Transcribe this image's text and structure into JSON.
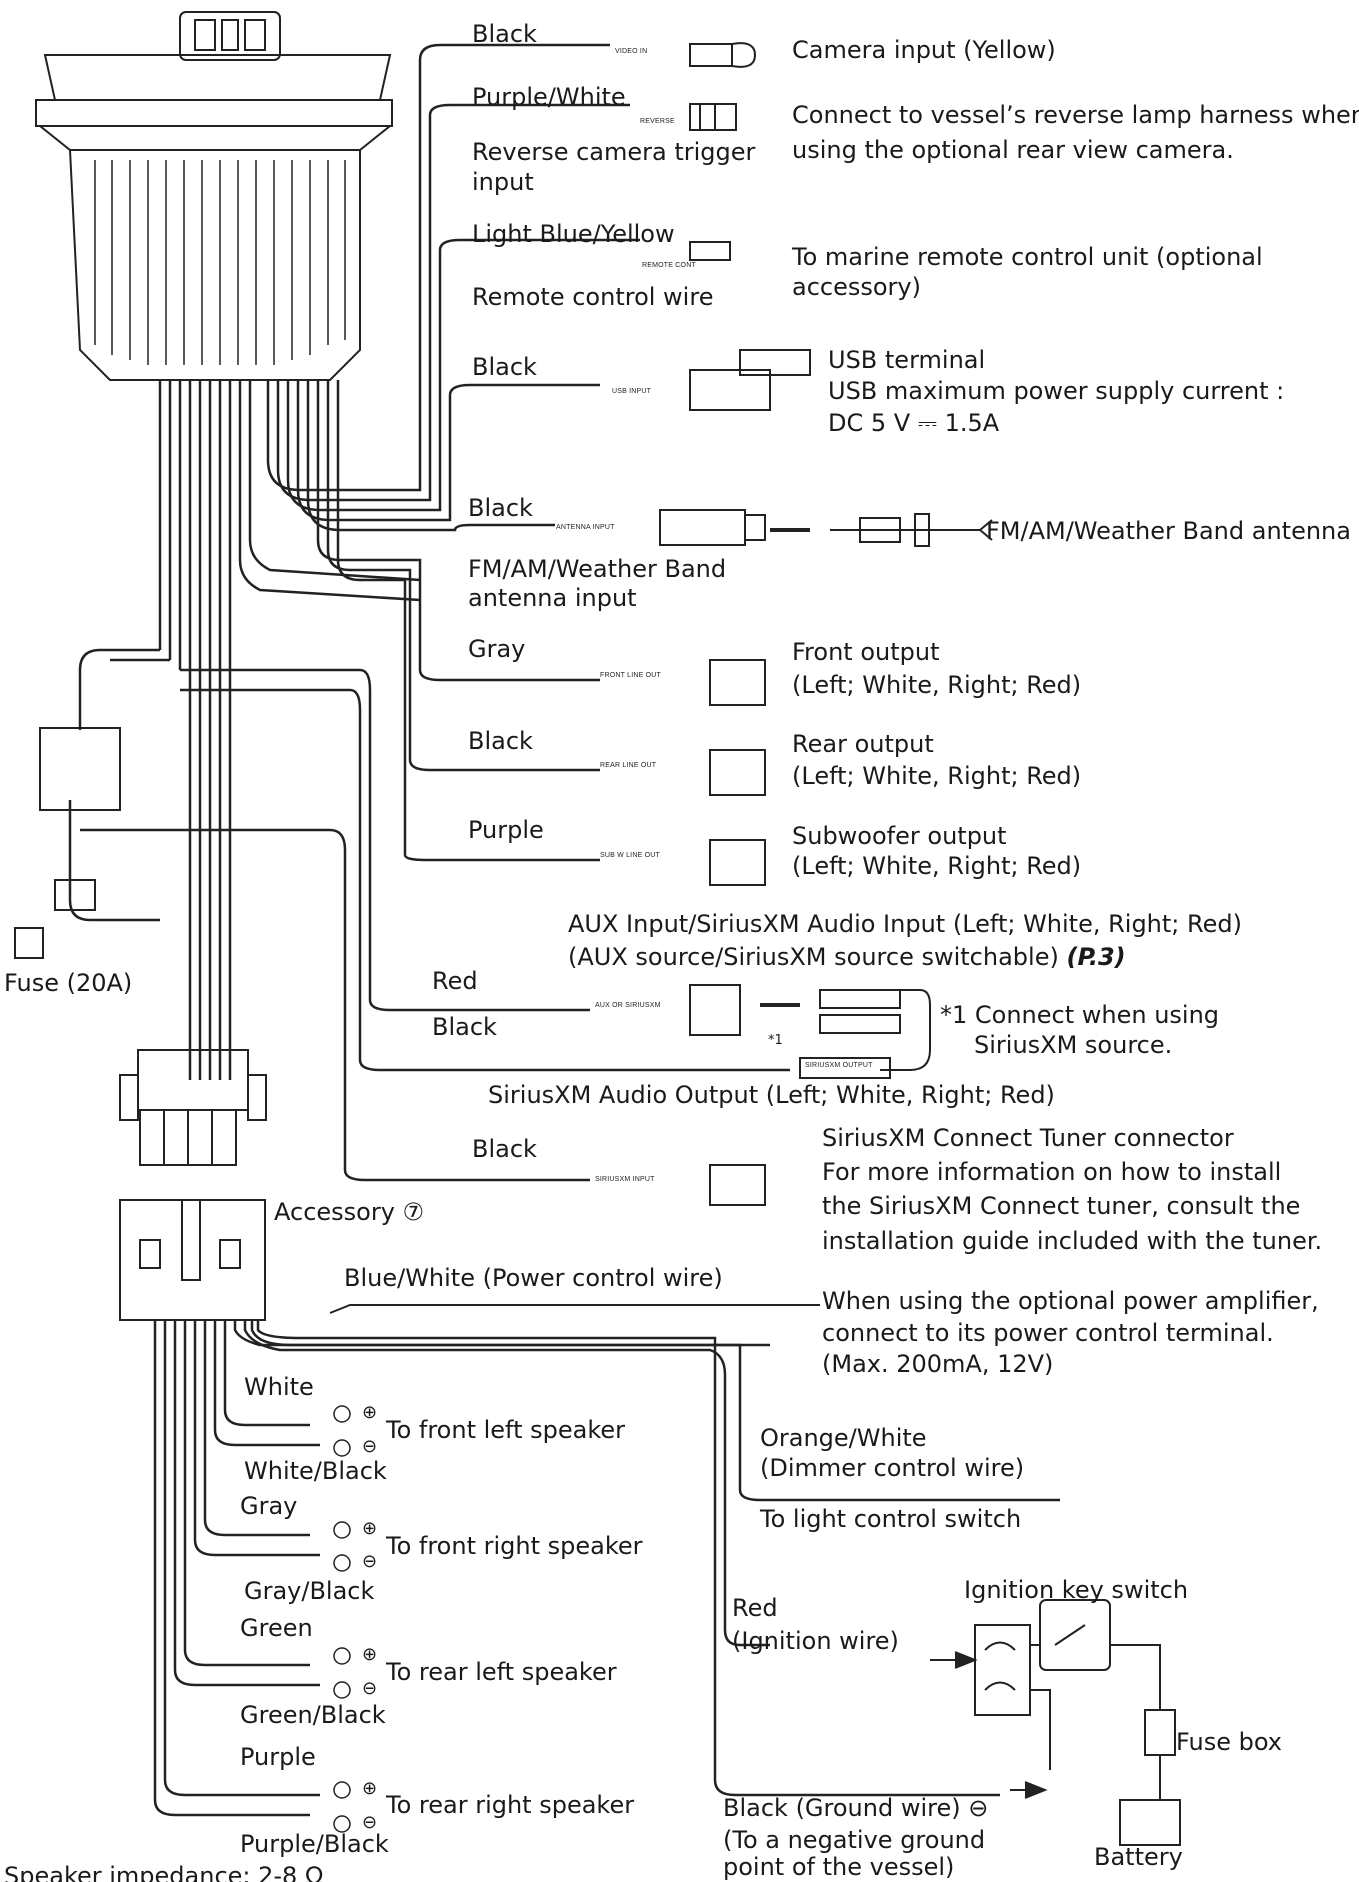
{
  "labels": {
    "black": "Black",
    "purple_white": "Purple/White",
    "light_blue_yellow": "Light Blue/Yellow",
    "gray": "Gray",
    "purple": "Purple",
    "red": "Red",
    "white": "White",
    "white_black": "White/Black",
    "gray_black": "Gray/Black",
    "green": "Green",
    "green_black": "Green/Black",
    "purple_black": "Purple/Black",
    "blue_white": "Blue/White (Power control wire)",
    "orange_white": "Orange/White",
    "dimmer": "(Dimmer control wire)",
    "light_switch": "To light control switch",
    "red_ignition": "Red",
    "ignition_wire": "(Ignition wire)",
    "ignition_key_switch": "Ignition key switch",
    "fuse_box": "Fuse box",
    "battery": "Battery",
    "ground1": "Black (Ground wire)",
    "ground2": "(To a negative ground",
    "ground3": "point of the vessel)",
    "fuse20": "Fuse (20A)",
    "accessory": "Accessory ⑦",
    "speaker_impedance": "Speaker impedance: 2-8 Ω",
    "reverse_trigger_1": "Reverse camera trigger",
    "reverse_trigger_2": "input",
    "remote_wire": "Remote control wire",
    "antenna_input_1": "FM/AM/Weather Band",
    "antenna_input_2": "antenna input",
    "note_star": "*1"
  },
  "descriptions": {
    "camera": "Camera input (Yellow)",
    "reverse_1": "Connect to vessel’s reverse lamp harness when",
    "reverse_2": "using the optional rear view camera.",
    "remote_1": "To marine remote control unit (optional",
    "remote_2": "accessory)",
    "usb_1": "USB terminal",
    "usb_2": "USB maximum power supply current :",
    "usb_3": "DC 5 V ⎓ 1.5A",
    "antenna": "FM/AM/Weather Band antenna",
    "front_1": "Front output",
    "front_2": "(Left; White, Right; Red)",
    "rear_1": "Rear output",
    "rear_2": "(Left; White, Right; Red)",
    "sub_1": "Subwoofer output",
    "sub_2": "(Left; White, Right; Red)",
    "aux_1": "AUX Input/SiriusXM Audio Input (Left; White, Right; Red)",
    "aux_2": "(AUX source/SiriusXM source switchable)",
    "aux_ref": "(P.3)",
    "sxm_note_1": "*1  Connect when using",
    "sxm_note_2": "SiriusXM source.",
    "sxm_audio_out": "SiriusXM Audio Output (Left; White, Right; Red)",
    "tuner_1": "SiriusXM Connect Tuner connector",
    "tuner_2": "For more information on how to install",
    "tuner_3": "the SiriusXM Connect tuner, consult the",
    "tuner_4": "installation guide included with the tuner.",
    "amp_1": "When using the optional power amplifier,",
    "amp_2": "connect to its power control terminal.",
    "amp_3": "(Max. 200mA, 12V)",
    "front_left": "To front left speaker",
    "front_right": "To front right speaker",
    "rear_left": "To rear left speaker",
    "rear_right": "To rear right speaker"
  },
  "tags": {
    "video_in": "VIDEO IN",
    "reverse": "REVERSE",
    "remote_cont": "REMOTE CONT",
    "usb_input": "USB INPUT",
    "antenna_input": "ANTENNA INPUT",
    "front_line_out": "FRONT LINE OUT",
    "rear_line_out": "REAR LINE OUT",
    "sub_w_line_out": "SUB W LINE OUT",
    "aux_or_siriusxm": "AUX OR SIRIUSXM",
    "siriusxm_output": "SIRIUSXM OUTPUT",
    "siriusxm_input": "SIRIUSXM INPUT"
  },
  "symbols": {
    "plus": "⊕",
    "minus": "⊖"
  }
}
